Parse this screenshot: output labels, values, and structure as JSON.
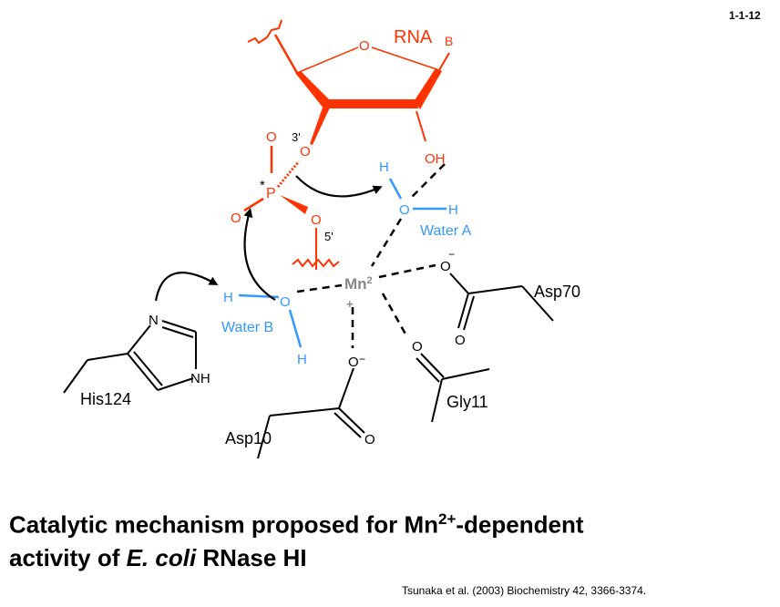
{
  "slide_number": "1-1-12",
  "diagram": {
    "rna_label": "RNA",
    "base_label": "B",
    "ring_oxygen": "O",
    "o3_label": "O",
    "prime3": "3'",
    "oh_label": "OH",
    "phosphorus": "P",
    "star": "*",
    "o_top": "O",
    "o_left": "O",
    "o5_label": "O",
    "prime5": "5'",
    "water_a": {
      "label": "Water A",
      "h1": "H",
      "o": "O",
      "h2": "H"
    },
    "water_b": {
      "label": "Water B",
      "h1": "H",
      "o": "O",
      "h2": "H"
    },
    "metal": {
      "symbol": "Mn",
      "charge_sup": "2",
      "charge_plus": "+"
    },
    "asp70": {
      "label": "Asp70",
      "o_minus": "O",
      "minus": "−",
      "o_double": "O"
    },
    "asp10": {
      "label": "Asp10",
      "o_minus": "O",
      "minus": "−",
      "o_double": "O"
    },
    "gly11": {
      "label": "Gly11",
      "o": "O"
    },
    "his124": {
      "label": "His124",
      "n": "N",
      "nh": "NH"
    }
  },
  "caption": {
    "line1_pre": "Catalytic mechanism proposed for Mn",
    "line1_sup": "2+",
    "line1_post": "-dependent",
    "line2_pre": "activity of ",
    "line2_italic": "E. coli",
    "line2_post": " RNase HI"
  },
  "citation": "Tsunaka et al. (2003) Biochemistry 42, 3366-3374.",
  "colors": {
    "rna": "#ff3300",
    "water": "#3399ff",
    "metal": "#888888"
  }
}
